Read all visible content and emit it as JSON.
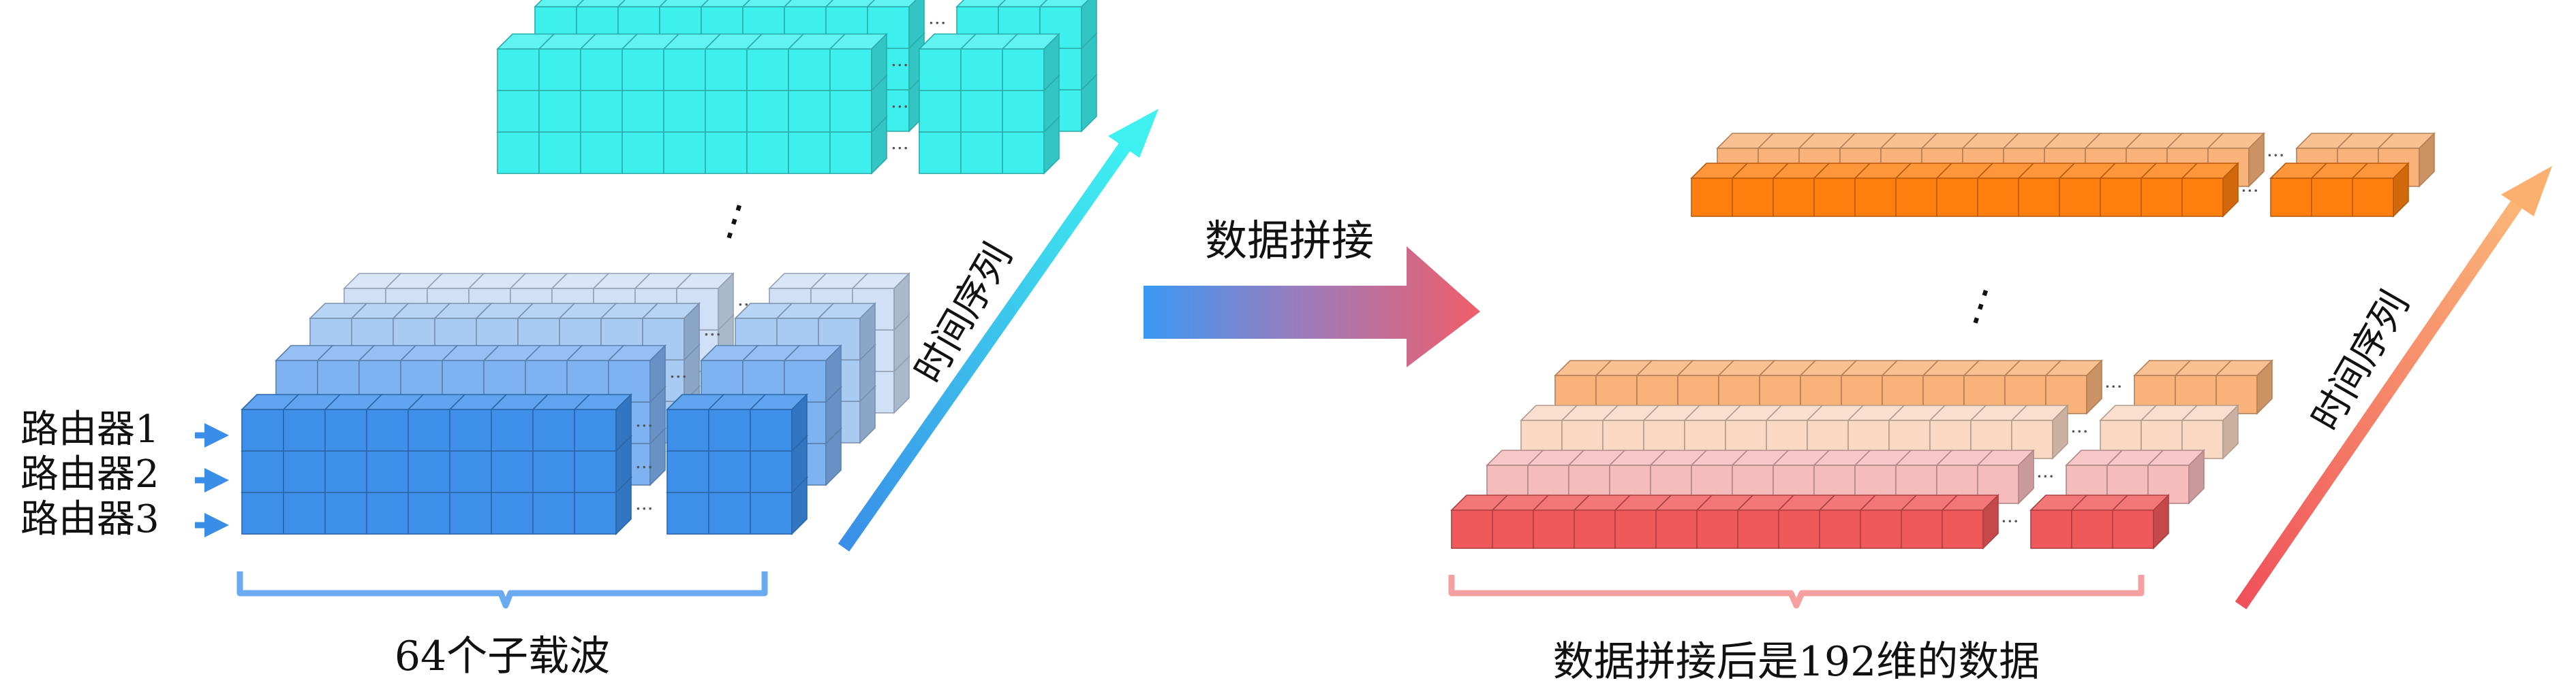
{
  "left": {
    "routers": [
      "路由器1",
      "路由器2",
      "路由器3"
    ],
    "subcarrier_label": "64个子载波",
    "time_label": "时间序列",
    "ellipsis_v": "⋮",
    "ellipsis_h": "···"
  },
  "middle": {
    "label": "数据拼接"
  },
  "right": {
    "result_label": "数据拼接后是192维的数据",
    "time_label": "时间序列",
    "ellipsis_v": "⋮",
    "ellipsis_h": "···"
  },
  "colors": {
    "blue_dark": "#3d8fea",
    "blue_mid": "#7fb2f0",
    "blue_light": "#a9caf3",
    "blue_pale": "#cfe0f7",
    "cyan": "#3df0ee",
    "orange_dark": "#ff7f0e",
    "orange_light": "#f8b27a",
    "peach": "#f9d8c4",
    "pink": "#f6bcbc",
    "red": "#f0595b",
    "bracket_blue": "#6aaaf0",
    "bracket_pink": "#f4a0a0"
  }
}
